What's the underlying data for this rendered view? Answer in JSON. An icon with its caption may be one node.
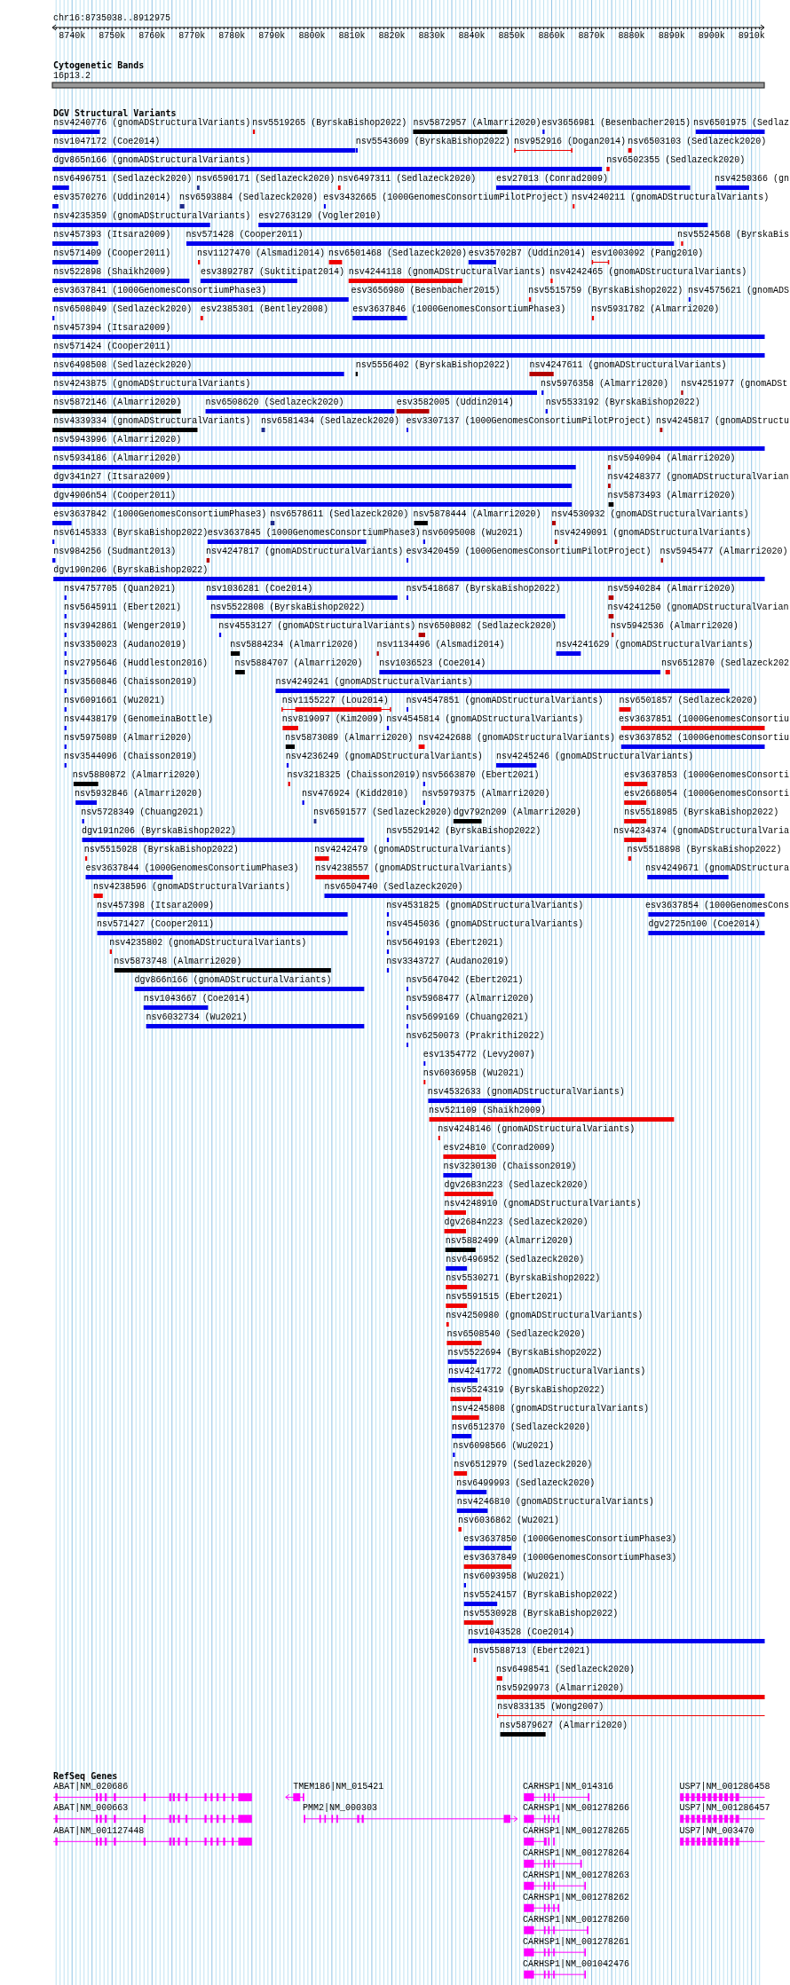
{
  "diagram": {
    "labels": [
      "chr16:8735038..8912975",
      "8740k",
      "8750k",
      "8760k",
      "8770k",
      "8780k",
      "8790k",
      "8800k",
      "8810k",
      "8820k",
      "8830k",
      "8840k",
      "8850k",
      "8860k",
      "8870k",
      "8880k",
      "8890k",
      "8900k",
      "8910k",
      "Cytogenetic Bands",
      "16p13.2",
      "DGV Structural Variants",
      "nsv4240776 (gnomADStructuralVariants)",
      "nsv5519265 (ByrskaBishop2022)",
      "nsv5872957 (Almarri2020)",
      "esv3656981 (Besenbacher2015)",
      "nsv6501975 (Sedlaz",
      "nsv1047172 (Coe2014)",
      "nsv5543609 (ByrskaBishop2022)",
      "nsv952916 (Dogan2014)",
      "nsv6503103 (Sedlazeck2020)",
      "dgv865n166 (gnomADStructuralVariants)",
      "nsv6502355 (Sedlazeck2020)",
      "nsv6496751 (Sedlazeck2020)",
      "nsv6590171 (Sedlazeck2020)",
      "nsv6497311 (Sedlazeck2020)",
      "esv27013 (Conrad2009)",
      "nsv4250366 (gn",
      "esv3570276 (Uddin2014)",
      "nsv6593884 (Sedlazeck2020)",
      "esv3432665 (1000GenomesConsortiumPilotProject)",
      "nsv4240211 (gnomADStructuralVariants)",
      "nsv4235359 (gnomADStructuralVariants)",
      "esv2763129 (Vogler2010)",
      "nsv457393 (Itsara2009)",
      "nsv571428 (Cooper2011)",
      "nsv5524568 (ByrskaBis",
      "nsv571409 (Cooper2011)",
      "nsv1127470 (Alsmadi2014)",
      "nsv6501468 (Sedlazeck2020)",
      "esv3570287 (Uddin2014)",
      "esv1003092 (Pang2010)",
      "nsv522898 (Shaikh2009)",
      "esv3892787 (Suktitipat2014)",
      "nsv4244118 (gnomADStructuralVariants)",
      "nsv4242465 (gnomADStructuralVariants)",
      "esv3637841 (1000GenomesConsortiumPhase3)",
      "esv3656980 (Besenbacher2015)",
      "nsv5515759 (ByrskaBishop2022)",
      "nsv4575621 (gnomADS",
      "nsv6508049 (Sedlazeck2020)",
      "esv2385301 (Bentley2008)",
      "esv3637846 (1000GenomesConsortiumPhase3)",
      "nsv5931782 (Almarri2020)",
      "nsv457394 (Itsara2009)",
      "nsv571424 (Cooper2011)",
      "nsv6498508 (Sedlazeck2020)",
      "nsv5556402 (ByrskaBishop2022)",
      "nsv4247611 (gnomADStructuralVariants)",
      "nsv4243875 (gnomADStructuralVariants)",
      "nsv5976358 (Almarri2020)",
      "nsv4251977 (gnomADSt",
      "nsv5872146 (Almarri2020)",
      "nsv6508620 (Sedlazeck2020)",
      "esv3582005 (Uddin2014)",
      "nsv5533192 (ByrskaBishop2022)",
      "nsv4339334 (gnomADStructuralVariants)",
      "nsv6581434 (Sedlazeck2020)",
      "esv3307137 (1000GenomesConsortiumPilotProject)",
      "nsv4245817 (gnomADStructu",
      "nsv5943996 (Almarri2020)",
      "nsv5934186 (Almarri2020)",
      "nsv5940904 (Almarri2020)",
      "dgv341n27 (Itsara2009)",
      "nsv4248377 (gnomADStructuralVarian",
      "dgv4906n54 (Cooper2011)",
      "nsv5873493 (Almarri2020)",
      "esv3637842 (1000GenomesConsortiumPhase3)",
      "nsv6578611 (Sedlazeck2020)",
      "nsv5878444 (Almarri2020)",
      "nsv4530932 (gnomADStructuralVariants)",
      "nsv6145333 (ByrskaBishop2022)",
      "esv3637845 (1000GenomesConsortiumPhase3)",
      "nsv6095008 (Wu2021)",
      "nsv4249091 (gnomADStructuralVariants)",
      "nsv984256 (Sudmant2013)",
      "nsv4247817 (gnomADStructuralVariants)",
      "esv3420459 (1000GenomesConsortiumPilotProject)",
      "nsv5945477 (Almarri2020)",
      "dgv190n206 (ByrskaBishop2022)",
      "nsv4757705 (Quan2021)",
      "nsv1036281 (Coe2014)",
      "nsv5418687 (ByrskaBishop2022)",
      "nsv5940284 (Almarri2020)",
      "nsv5645911 (Ebert2021)",
      "nsv5522808 (ByrskaBishop2022)",
      "nsv4241250 (gnomADStructuralVarian",
      "nsv3942861 (Wenger2019)",
      "nsv4553127 (gnomADStructuralVariants)",
      "nsv6508082 (Sedlazeck2020)",
      "nsv5942536 (Almarri2020)",
      "nsv3350023 (Audano2019)",
      "nsv5884234 (Almarri2020)",
      "nsv1134496 (Alsmadi2014)",
      "nsv4241629 (gnomADStructuralVariants)",
      "nsv2795646 (Huddleston2016)",
      "nsv5884707 (Almarri2020)",
      "nsv1036523 (Coe2014)",
      "nsv6512870 (Sedlazeck202",
      "nsv3560846 (Chaisson2019)",
      "nsv4249241 (gnomADStructuralVariants)",
      "nsv6091661 (Wu2021)",
      "nsv1155227 (Lou2014)",
      "nsv4547851 (gnomADStructuralVariants)",
      "nsv6501857 (Sedlazeck2020)",
      "nsv4438179 (GenomeinaBottle)",
      "nsv819097 (Kim2009)",
      "nsv4545814 (gnomADStructuralVariants)",
      "esv3637851 (1000GenomesConsortiu",
      "nsv5975089 (Almarri2020)",
      "nsv5873089 (Almarri2020)",
      "nsv4242688 (gnomADStructuralVariants)",
      "esv3637852 (1000GenomesConsortiu",
      "nsv3544096 (Chaisson2019)",
      "nsv4236249 (gnomADStructuralVariants)",
      "nsv4245246 (gnomADStructuralVariants)",
      "nsv5880872 (Almarri2020)",
      "nsv3218325 (Chaisson2019)",
      "nsv5663870 (Ebert2021)",
      "esv3637853 (1000GenomesConsorti",
      "nsv5932846 (Almarri2020)",
      "nsv476924 (Kidd2010)",
      "nsv5979375 (Almarri2020)",
      "esv2668054 (1000GenomesConsorti",
      "nsv5728349 (Chuang2021)",
      "nsv6591577 (Sedlazeck2020)",
      "dgv792n209 (Almarri2020)",
      "nsv5518985 (ByrskaBishop2022)",
      "dgv191n206 (ByrskaBishop2022)",
      "nsv5529142 (ByrskaBishop2022)",
      "nsv4234374 (gnomADStructuralVaria",
      "nsv5515028 (ByrskaBishop2022)",
      "nsv4242479 (gnomADStructuralVariants)",
      "nsv5518898 (ByrskaBishop2022)",
      "esv3637844 (1000GenomesConsortiumPhase3)",
      "nsv4238557 (gnomADStructuralVariants)",
      "nsv4249671 (gnomADStructura",
      "nsv4238596 (gnomADStructuralVariants)",
      "nsv6504740 (Sedlazeck2020)",
      "nsv457398 (Itsara2009)",
      "nsv4531825 (gnomADStructuralVariants)",
      "esv3637854 (1000GenomesCons",
      "nsv571427 (Cooper2011)",
      "nsv4545036 (gnomADStructuralVariants)",
      "dgv2725n100 (Coe2014)",
      "nsv4235802 (gnomADStructuralVariants)",
      "nsv5649193 (Ebert2021)",
      "nsv5873748 (Almarri2020)",
      "nsv3343727 (Audano2019)",
      "dgv866n166 (gnomADStructuralVariants)",
      "nsv5647042 (Ebert2021)",
      "nsv1043667 (Coe2014)",
      "nsv5968477 (Almarri2020)",
      "nsv6032734 (Wu2021)",
      "nsv5699169 (Chuang2021)",
      "nsv6250073 (Prakrithi2022)",
      "esv1354772 (Levy2007)",
      "nsv6036958 (Wu2021)",
      "nsv4532633 (gnomADStructuralVariants)",
      "nsv521109 (Shaikh2009)",
      "nsv4248146 (gnomADStructuralVariants)",
      "esv24810 (Conrad2009)",
      "nsv3230130 (Chaisson2019)",
      "dgv2683n223 (Sedlazeck2020)",
      "nsv4248910 (gnomADStructuralVariants)",
      "dgv2684n223 (Sedlazeck2020)",
      "nsv5882499 (Almarri2020)",
      "nsv6496952 (Sedlazeck2020)",
      "nsv5530271 (ByrskaBishop2022)",
      "nsv5591515 (Ebert2021)",
      "nsv4250980 (gnomADStructuralVariants)",
      "nsv6508540 (Sedlazeck2020)",
      "nsv5522694 (ByrskaBishop2022)",
      "nsv4241772 (gnomADStructuralVariants)",
      "nsv5524319 (ByrskaBishop2022)",
      "nsv4245808 (gnomADStructuralVariants)",
      "nsv6512370 (Sedlazeck2020)",
      "nsv6098566 (Wu2021)",
      "nsv6512979 (Sedlazeck2020)",
      "nsv6499993 (Sedlazeck2020)",
      "nsv4246810 (gnomADStructuralVariants)",
      "nsv6036862 (Wu2021)",
      "esv3637850 (1000GenomesConsortiumPhase3)",
      "esv3637849 (1000GenomesConsortiumPhase3)",
      "nsv6093958 (Wu2021)",
      "nsv5524157 (ByrskaBishop2022)",
      "nsv5530928 (ByrskaBishop2022)",
      "nsv1043528 (Coe2014)",
      "nsv5588713 (Ebert2021)",
      "nsv6498541 (Sedlazeck2020)",
      "nsv5929973 (Almarri2020)",
      "nsv833135 (Wong2007)",
      "nsv5879627 (Almarri2020)",
      "RefSeq Genes",
      "ABAT|NM_020686",
      "TMEM186|NM_015421",
      "CARHSP1|NM_014316",
      "USP7|NM_001286458",
      "ABAT|NM_000663",
      "PMM2|NM_000303",
      "CARHSP1|NM_001278266",
      "USP7|NM_001286457",
      "ABAT|NM_001127448",
      "CARHSP1|NM_001278265",
      "USP7|NM_003470",
      "CARHSP1|NM_001278264",
      "CARHSP1|NM_001278263",
      "CARHSP1|NM_001278262",
      "CARHSP1|NM_001278260",
      "CARHSP1|NM_001278261",
      "CARHSP1|NM_001042476"
    ]
  }
}
